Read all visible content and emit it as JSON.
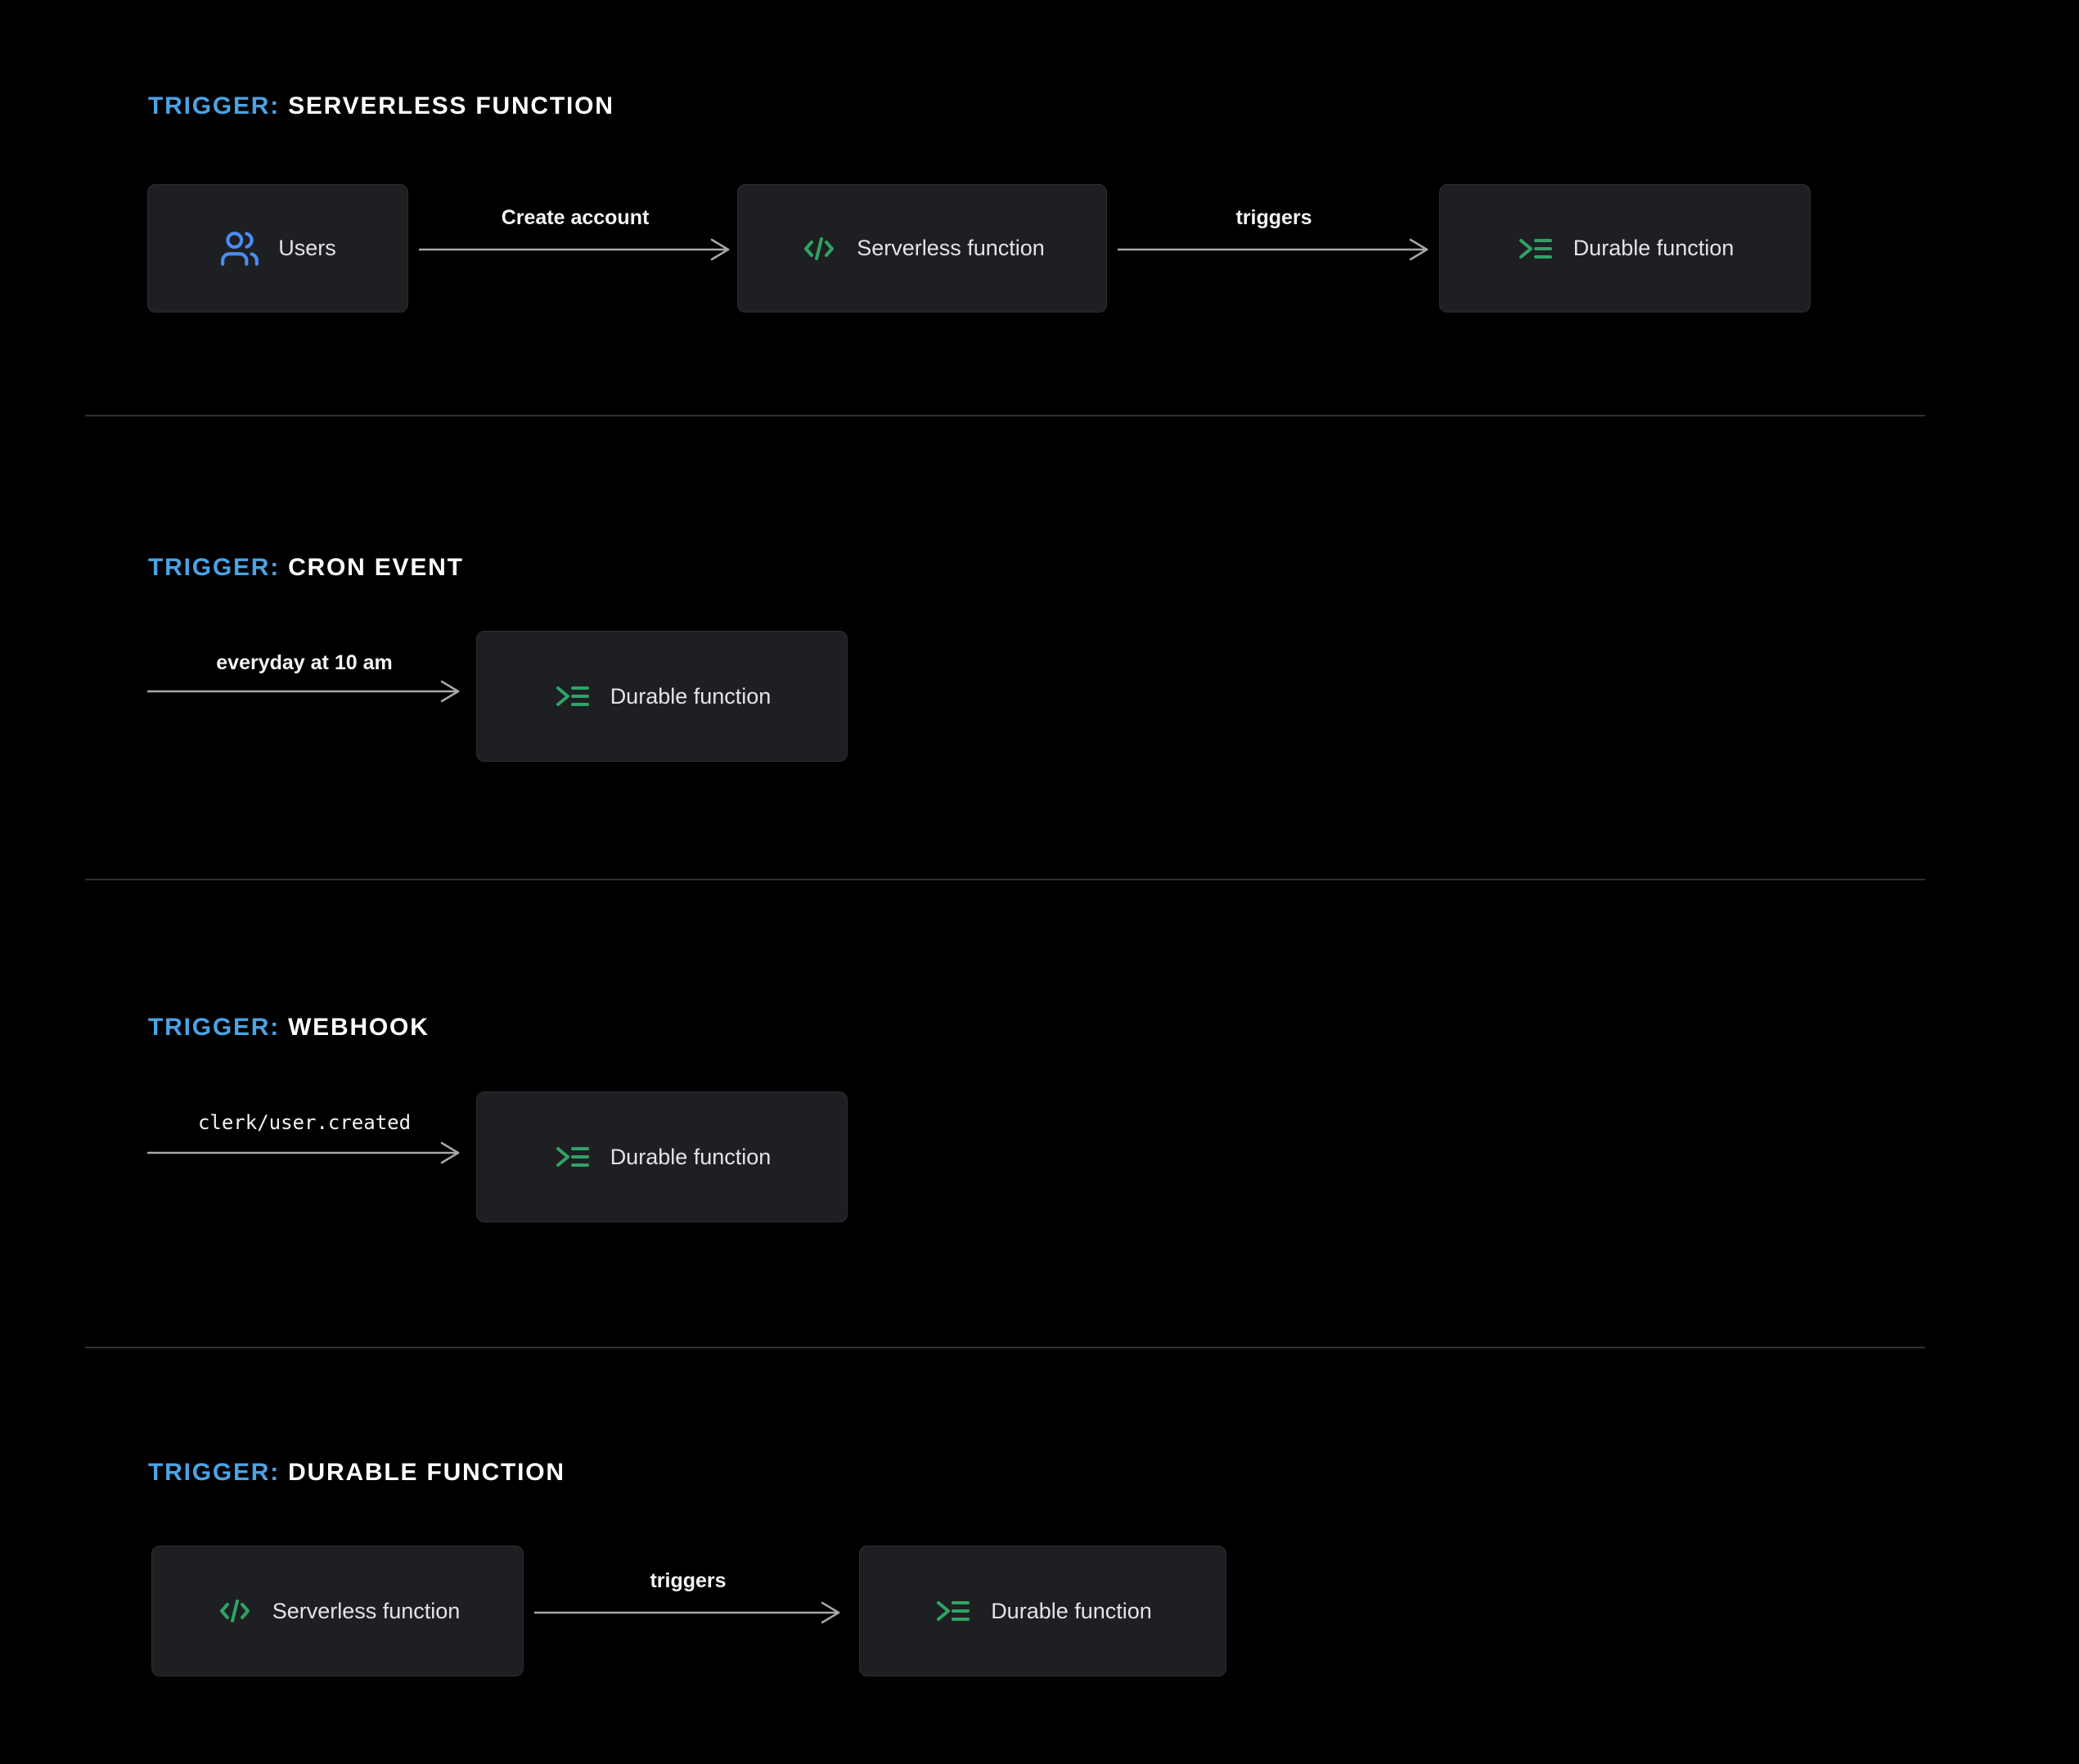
{
  "colors": {
    "background": "#000000",
    "box_bg": "#1e1f22",
    "box_border": "#2c2d30",
    "box_text": "#e4e4e7",
    "accent_blue": "#4ba3e3",
    "icon_blue": "#4a8df0",
    "icon_green": "#2fa365",
    "arrow": "#a8a8a8",
    "arrow_label_text": "#f4f4f5",
    "divider": "#313131",
    "heading_text": "#ffffff"
  },
  "icons": {
    "users": "users-icon",
    "serverless": "code-icon",
    "durable": "terminal-list-icon"
  },
  "sections": [
    {
      "id": "serverless-function",
      "heading_prefix": "TRIGGER:",
      "heading_title": "SERVERLESS FUNCTION",
      "nodes": {
        "users": "Users",
        "serverless": "Serverless function",
        "durable": "Durable function"
      },
      "arrows": {
        "first": "Create account",
        "second": "triggers"
      }
    },
    {
      "id": "cron-event",
      "heading_prefix": "TRIGGER:",
      "heading_title": "CRON EVENT",
      "arrow_label": "everyday at 10 am",
      "nodes": {
        "durable": "Durable function"
      }
    },
    {
      "id": "webhook",
      "heading_prefix": "TRIGGER:",
      "heading_title": "WEBHOOK",
      "arrow_label": "clerk/user.created",
      "nodes": {
        "durable": "Durable function"
      }
    },
    {
      "id": "durable-function",
      "heading_prefix": "TRIGGER:",
      "heading_title": "DURABLE FUNCTION",
      "arrow_label": "triggers",
      "nodes": {
        "serverless": "Serverless function",
        "durable": "Durable function"
      }
    }
  ]
}
